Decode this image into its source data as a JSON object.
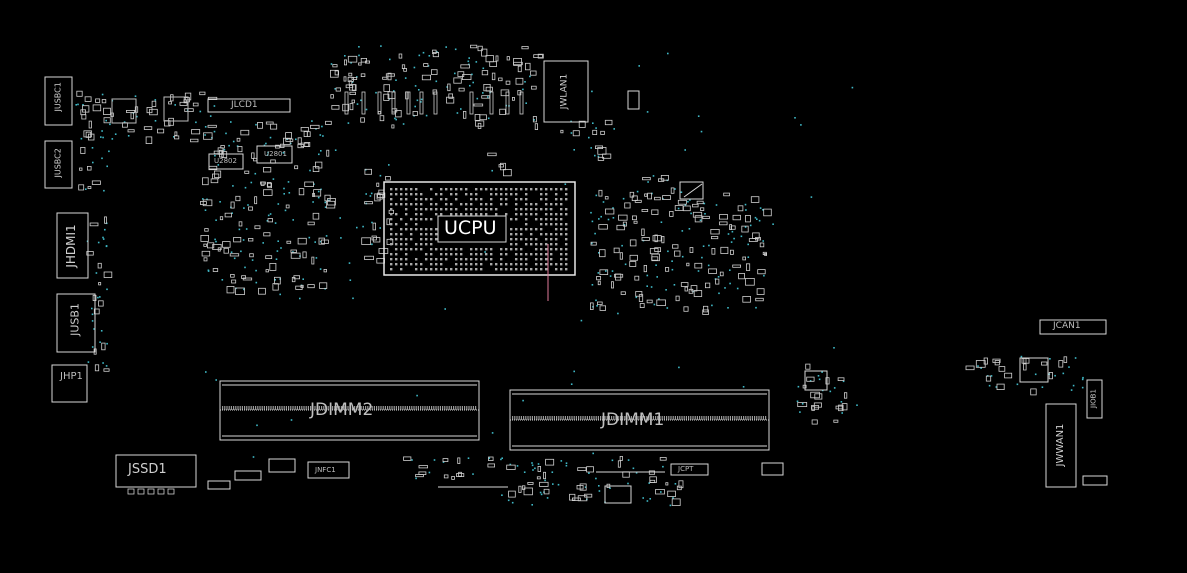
{
  "labels": {
    "ucpu": "UCPU",
    "jdimm1": "JDIMM1",
    "jdimm2": "JDIMM2",
    "jssd1": "JSSD1",
    "jlcd1": "JLCD1",
    "jhdmi1": "JHDMI1",
    "jusb1": "JUSB1",
    "jhp1": "JHP1",
    "jusbc1": "JUSBC1",
    "jusbc2": "JUSBC2",
    "jwlan1": "JWLAN1",
    "jwwan1": "JWWAN1",
    "jcan1": "JCAN1",
    "jnfc1": "JNFC1",
    "jcpt": "JCPT",
    "jiob1": "JIOB1",
    "u2802": "U2802",
    "u2801": "U2801"
  },
  "colors": {
    "background": "#000000",
    "outline": "#d8d8d8",
    "via": "#3fb8c6",
    "trace": "#e07a9a"
  }
}
